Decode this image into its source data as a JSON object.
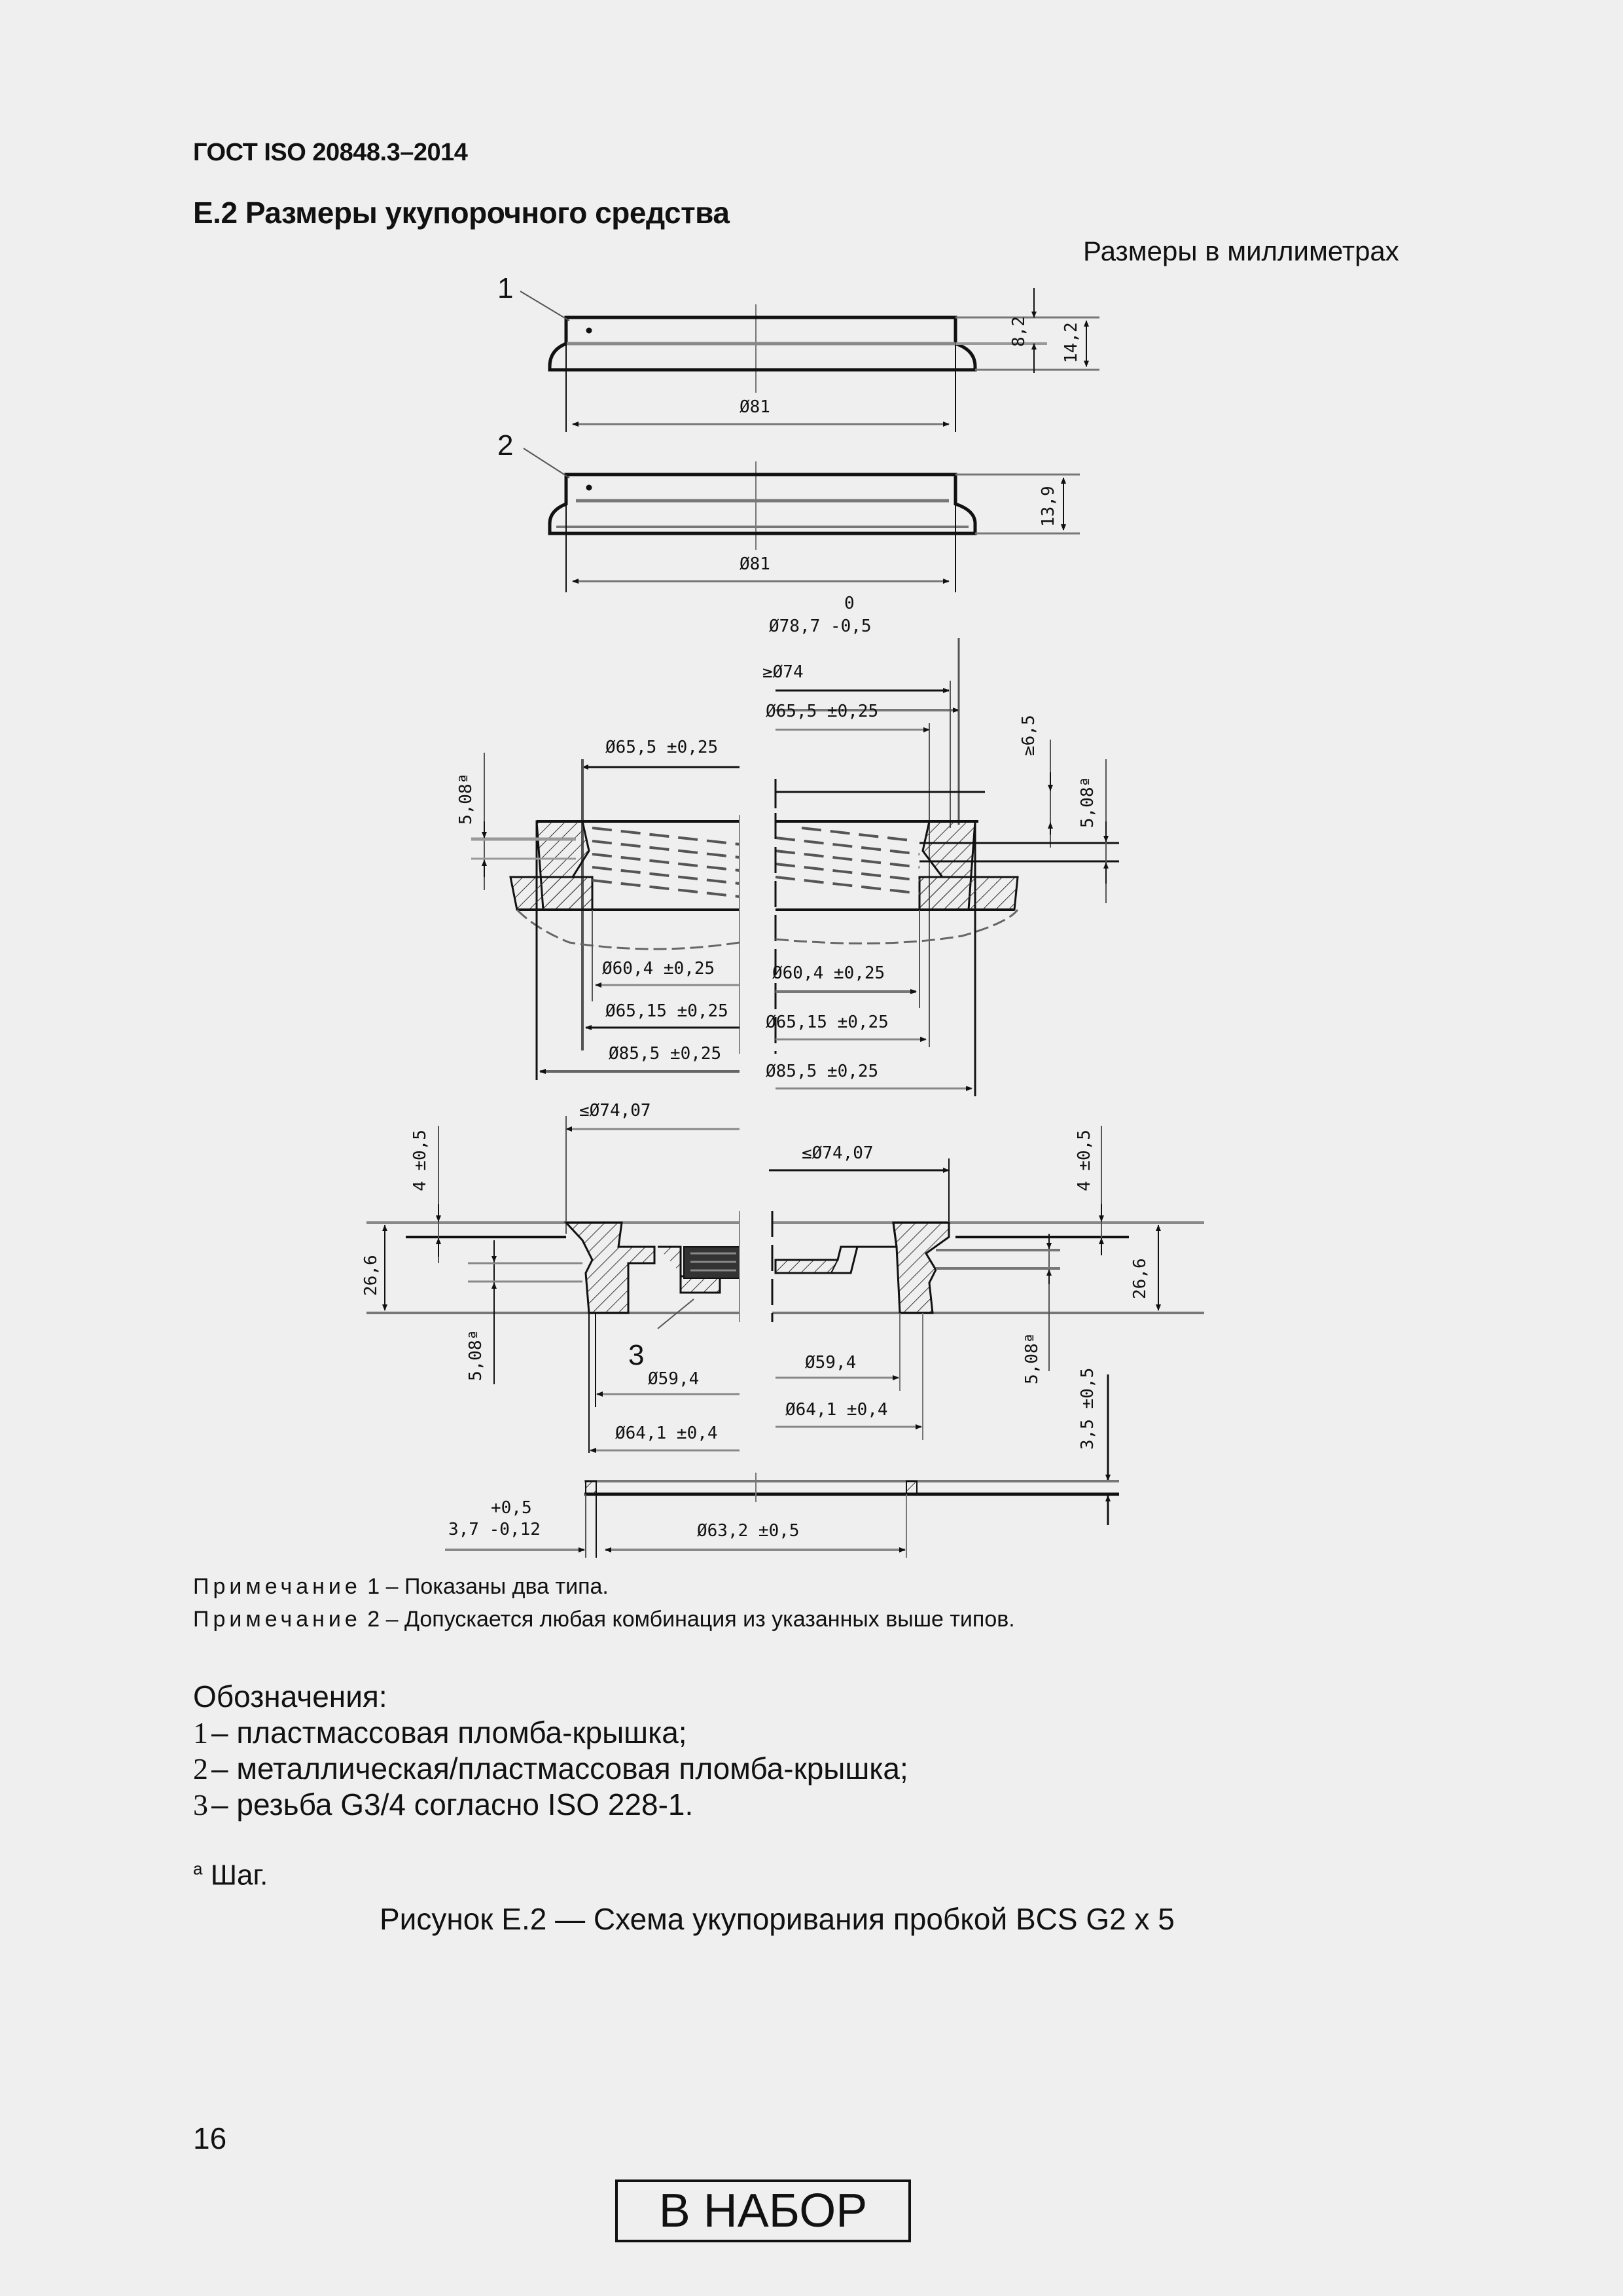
{
  "header": {
    "standard": "ГОСТ ISO 20848.3–2014",
    "section_title": "Е.2 Размеры укупорочного средства",
    "units_note": "Размеры в миллиметрах"
  },
  "figure": {
    "callouts": {
      "c1": "1",
      "c2": "2",
      "c3": "3"
    },
    "cap1": {
      "dia": "Ø81",
      "h_inner": "8,2",
      "h_total": "14,2"
    },
    "cap2": {
      "dia": "Ø81",
      "h_total": "13,9"
    },
    "neck": {
      "tol_upper": "0",
      "d_78_7": "Ø78,7 -0,5",
      "d_ge74": "≥Ø74",
      "d_65_5_right": "Ø65,5 ±0,25",
      "d_65_5_left": "Ø65,5 ±0,25",
      "h_ge6_5": "≥6,5",
      "pitch_left": "5,08ª",
      "pitch_right": "5,08ª",
      "d_60_4_left": "Ø60,4 ±0,25",
      "d_60_4_right": "Ø60,4 ±0,25",
      "d_65_15_left": "Ø65,15 ±0,25",
      "d_65_15_right": "Ø65,15 ±0,25",
      "d_85_5_left": "Ø85,5 ±0,25",
      "d_85_5_right": "Ø85,5 ±0,25"
    },
    "plug": {
      "d_le74_07_left": "≤Ø74,07",
      "d_le74_07_right": "≤Ø74,07",
      "h_4_left": "4 ±0,5",
      "h_4_right": "4 ±0,5",
      "h_26_6_left": "26,6",
      "h_26_6_right": "26,6",
      "pitch_left": "5,08ª",
      "pitch_right": "5,08ª",
      "d_59_4_left": "Ø59,4",
      "d_59_4_right": "Ø59,4",
      "d_64_1_left": "Ø64,1 ±0,4",
      "d_64_1_right": "Ø64,1 ±0,4",
      "h_3_5": "3,5 ±0,5"
    },
    "gasket": {
      "thick_tol_upper": "+0,5",
      "thickness": "3,7 -0,12",
      "dia": "Ø63,2 ±0,5"
    }
  },
  "notes": [
    {
      "label": "Примечание",
      "num": "1",
      "text": "– Показаны  два типа."
    },
    {
      "label": "Примечание",
      "num": "2",
      "text": "– Допускается любая комбинация из указанных выше типов."
    }
  ],
  "legend": {
    "title": "Обозначения:",
    "items": [
      {
        "num": "1",
        "text": "– пластмассовая пломба-крышка;"
      },
      {
        "num": "2",
        "text": "–  металлическая/пластмассовая пломба-крышка;"
      },
      {
        "num": "3",
        "text": "–  резьба G3/4 согласно ISO 228-1."
      }
    ]
  },
  "footnote": {
    "mark": "a",
    "text": "Шаг."
  },
  "caption": "Рисунок Е.2 — Схема укупоривания пробкой BCS G2 x 5",
  "page_number": "16",
  "stamp": "В НАБОР"
}
